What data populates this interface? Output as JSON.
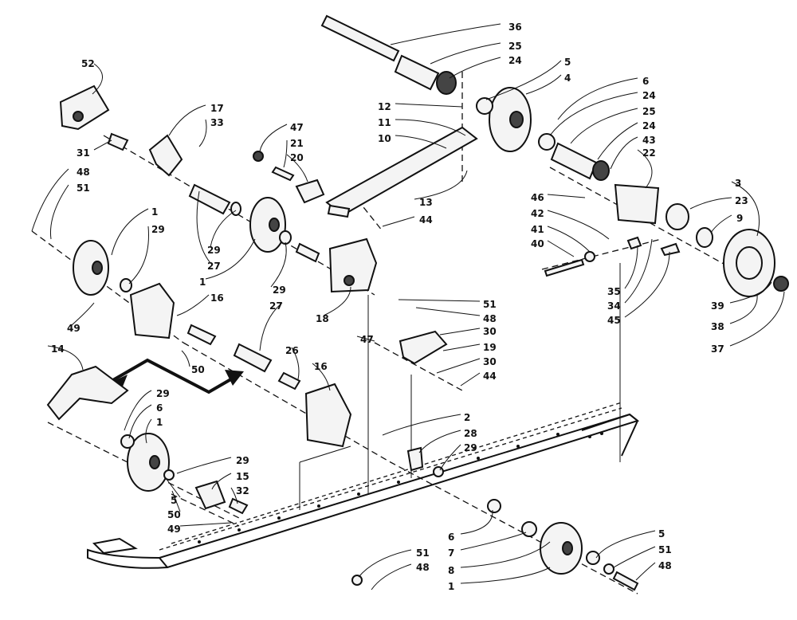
{
  "callouts": [
    {
      "label": "36"
    },
    {
      "label": "25"
    },
    {
      "label": "24"
    },
    {
      "label": "5"
    },
    {
      "label": "4"
    },
    {
      "label": "6"
    },
    {
      "label": "24"
    },
    {
      "label": "25"
    },
    {
      "label": "24"
    },
    {
      "label": "43"
    },
    {
      "label": "22"
    },
    {
      "label": "3"
    },
    {
      "label": "23"
    },
    {
      "label": "9"
    },
    {
      "label": "46"
    },
    {
      "label": "42"
    },
    {
      "label": "41"
    },
    {
      "label": "40"
    },
    {
      "label": "35"
    },
    {
      "label": "34"
    },
    {
      "label": "45"
    },
    {
      "label": "39"
    },
    {
      "label": "38"
    },
    {
      "label": "37"
    },
    {
      "label": "12"
    },
    {
      "label": "11"
    },
    {
      "label": "10"
    },
    {
      "label": "13"
    },
    {
      "label": "44"
    },
    {
      "label": "52"
    },
    {
      "label": "17"
    },
    {
      "label": "33"
    },
    {
      "label": "47"
    },
    {
      "label": "21"
    },
    {
      "label": "20"
    },
    {
      "label": "31"
    },
    {
      "label": "48"
    },
    {
      "label": "51"
    },
    {
      "label": "1"
    },
    {
      "label": "29"
    },
    {
      "label": "29"
    },
    {
      "label": "27"
    },
    {
      "label": "1"
    },
    {
      "label": "29"
    },
    {
      "label": "51"
    },
    {
      "label": "48"
    },
    {
      "label": "18"
    },
    {
      "label": "16"
    },
    {
      "label": "27"
    },
    {
      "label": "49"
    },
    {
      "label": "50"
    },
    {
      "label": "47"
    },
    {
      "label": "30"
    },
    {
      "label": "19"
    },
    {
      "label": "30"
    },
    {
      "label": "44"
    },
    {
      "label": "26"
    },
    {
      "label": "16"
    },
    {
      "label": "14"
    },
    {
      "label": "29"
    },
    {
      "label": "6"
    },
    {
      "label": "1"
    },
    {
      "label": "2"
    },
    {
      "label": "28"
    },
    {
      "label": "29"
    },
    {
      "label": "29"
    },
    {
      "label": "15"
    },
    {
      "label": "32"
    },
    {
      "label": "5"
    },
    {
      "label": "50"
    },
    {
      "label": "49"
    },
    {
      "label": "6"
    },
    {
      "label": "7"
    },
    {
      "label": "8"
    },
    {
      "label": "1"
    },
    {
      "label": "5"
    },
    {
      "label": "51"
    },
    {
      "label": "48"
    },
    {
      "label": "51"
    },
    {
      "label": "48"
    }
  ]
}
